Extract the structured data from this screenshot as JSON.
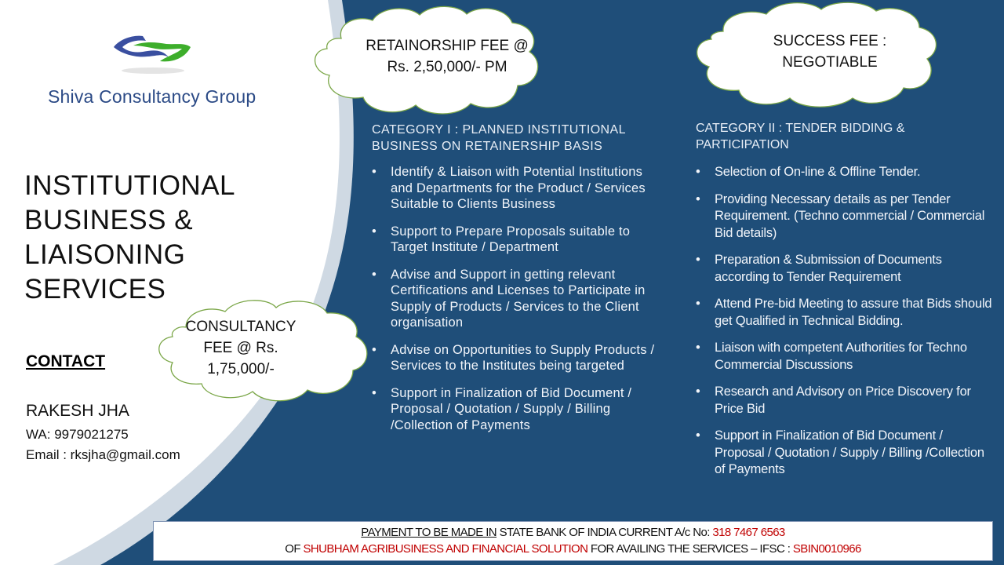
{
  "brand": {
    "logo_icon": "leaf-swirl-logo-icon",
    "name": "Shiva Consultancy Group",
    "colors": {
      "logo_blue": "#3a4fa0",
      "logo_green": "#3dae2b",
      "panel_blue": "#1f4e79",
      "band_gray": "#cfd9e3",
      "accent_red": "#c00000"
    }
  },
  "title": {
    "line1": "INSTITUTIONAL",
    "line2": "BUSINESS &",
    "line3": "LIAISONING",
    "line4": "SERVICES"
  },
  "contact": {
    "heading": "CONTACT",
    "name": "RAKESH JHA",
    "whatsapp": "WA: 9979021275",
    "email": "Email : rksjha@gmail.com"
  },
  "fees": {
    "retainership": {
      "line1": "RETAINORSHIP FEE @",
      "line2": "Rs. 2,50,000/- PM"
    },
    "success": {
      "line1": "SUCCESS FEE :",
      "line2": "NEGOTIABLE"
    },
    "consultancy": {
      "line1": "CONSULTANCY",
      "line2": "FEE @ Rs.",
      "line3": "1,75,000/-"
    }
  },
  "category1": {
    "heading_line1": "CATEGORY I : PLANNED INSTITUTIONAL",
    "heading_line2": "BUSINESS ON RETAINERSHIP  BASIS",
    "items": [
      "Identify & Liaison with Potential Institutions and Departments for the Product / Services Suitable to Clients Business",
      "Support to Prepare Proposals suitable to Target Institute / Department",
      "Advise and Support in getting relevant Certifications and Licenses to Participate in Supply of Products / Services to the Client organisation",
      "Advise on Opportunities to Supply Products / Services to the Institutes being targeted",
      "Support in Finalization of Bid Document / Proposal / Quotation / Supply / Billing /Collection of Payments"
    ]
  },
  "category2": {
    "heading_line1": "CATEGORY II : TENDER BIDDING &",
    "heading_line2": "PARTICIPATION",
    "items": [
      "Selection of On-line & Offline Tender.",
      "Providing Necessary details as per Tender Requirement. (Techno commercial / Commercial Bid details)",
      "Preparation & Submission of Documents according to Tender Requirement",
      "Attend Pre-bid Meeting to assure that Bids should get Qualified in Technical Bidding.",
      "Liaison with competent Authorities for Techno Commercial Discussions",
      "Research and Advisory on Price Discovery for Price Bid",
      " Support in Finalization of Bid Document / Proposal / Quotation / Supply / Billing /Collection of Payments"
    ]
  },
  "payment": {
    "label": "PAYMENT TO BE MADE IN",
    "bank_text": " STATE BANK OF INDIA CURRENT A/c No: ",
    "account_no": "318 7467 6563",
    "of_text": "OF ",
    "account_name": "SHUBHAM AGRIBUSINESS AND FINANCIAL SOLUTION",
    "purpose_text": " FOR AVAILING THE SERVICES  – IFSC : ",
    "ifsc": "SBIN0010966"
  }
}
